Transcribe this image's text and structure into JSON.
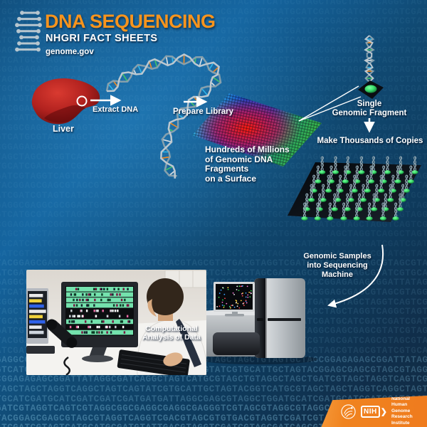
{
  "header": {
    "title": "DNA SEQUENCING",
    "subtitle": "NHGRI FACT SHEETS",
    "url": "genome.gov"
  },
  "labels": {
    "liver": "Liver",
    "extract_dna": "Extract DNA",
    "prepare_library": "Prepare Library",
    "surface_line1": "Hundreds of Millions",
    "surface_line2": "of Genomic DNA Fragments",
    "surface_line3": "on a Surface",
    "single_line1": "Single",
    "single_line2": "Genomic Fragment",
    "copies": "Make Thousands of Copies",
    "machine_line1": "Genomic Samples",
    "machine_line2": "into Sequencing Machine",
    "analysis_line1": "Computational",
    "analysis_line2": "Analysis of Data"
  },
  "footer": {
    "nih": "NIH",
    "chevron": "❯",
    "institute_line1": "National Human Genome",
    "institute_line2": "Research Institute"
  },
  "colors": {
    "title_orange": "#F7941D",
    "banner_orange": "#EF7B1E",
    "background_blue": "#1565A0",
    "liver_red": "#B2221F",
    "fragment_green": "#3FE06E"
  },
  "background": {
    "alphabet": "ATCG",
    "rows": [
      "TAGCTAGCTAGGTCAGGCTAGTCAGTATCGTGCATTGCTAGTACGGTCATGCGTAGCTAGCTAGGTCAGGCTAGTCAGTA",
      "TGCATCGATGCATCGATCGATCGATGATGATTAGGCGAGCGTAGGCTGGATGCATCGATGCATCGATCGATCGATGATGA",
      "GATCGTAGGTCAGTCGTAGGCGGCGAGGCGAGGCGAGGGTCGTAGCGTAGGCGTAGGCGAGCGAGCGTATCGTAGCGTAG",
      "TACGGAGCGAGCGTAGCGTAGGTCAGGTCGACGTAGCGTGTGACGTAGGTCGATCGTAGCGATCAGCGTAGCGTAGCGTA",
      "ATCGATCGTAGTCATGCATGCGATGTATTGACGTAGGTCGATCGTAGCGATCAGCGTAGCGTAGCGTATCGTGCATTGCT",
      "GAGGCGAGGCGCGGAGTGCGTAGCGTAGGTCTGGTCGTAGCTAGCTGTAGTGCTAGCGGAGAGAGCGGATTATAGGCGAT",
      "GTCATGCGTAGCTAGCTAGCTAGGTCAGGCTAGTCAGTATCGTGCATTGCTAGTACGGAGCGAGCGTAGCGTAGGTCAGG",
      "CGGAGAGAGCGGATTATAGGCGATCAGGCTAGTCATGCGTAGCTGTAGGCTAGCTGATCGTAGCTAGGTCAGTCGTAGGC"
    ]
  }
}
